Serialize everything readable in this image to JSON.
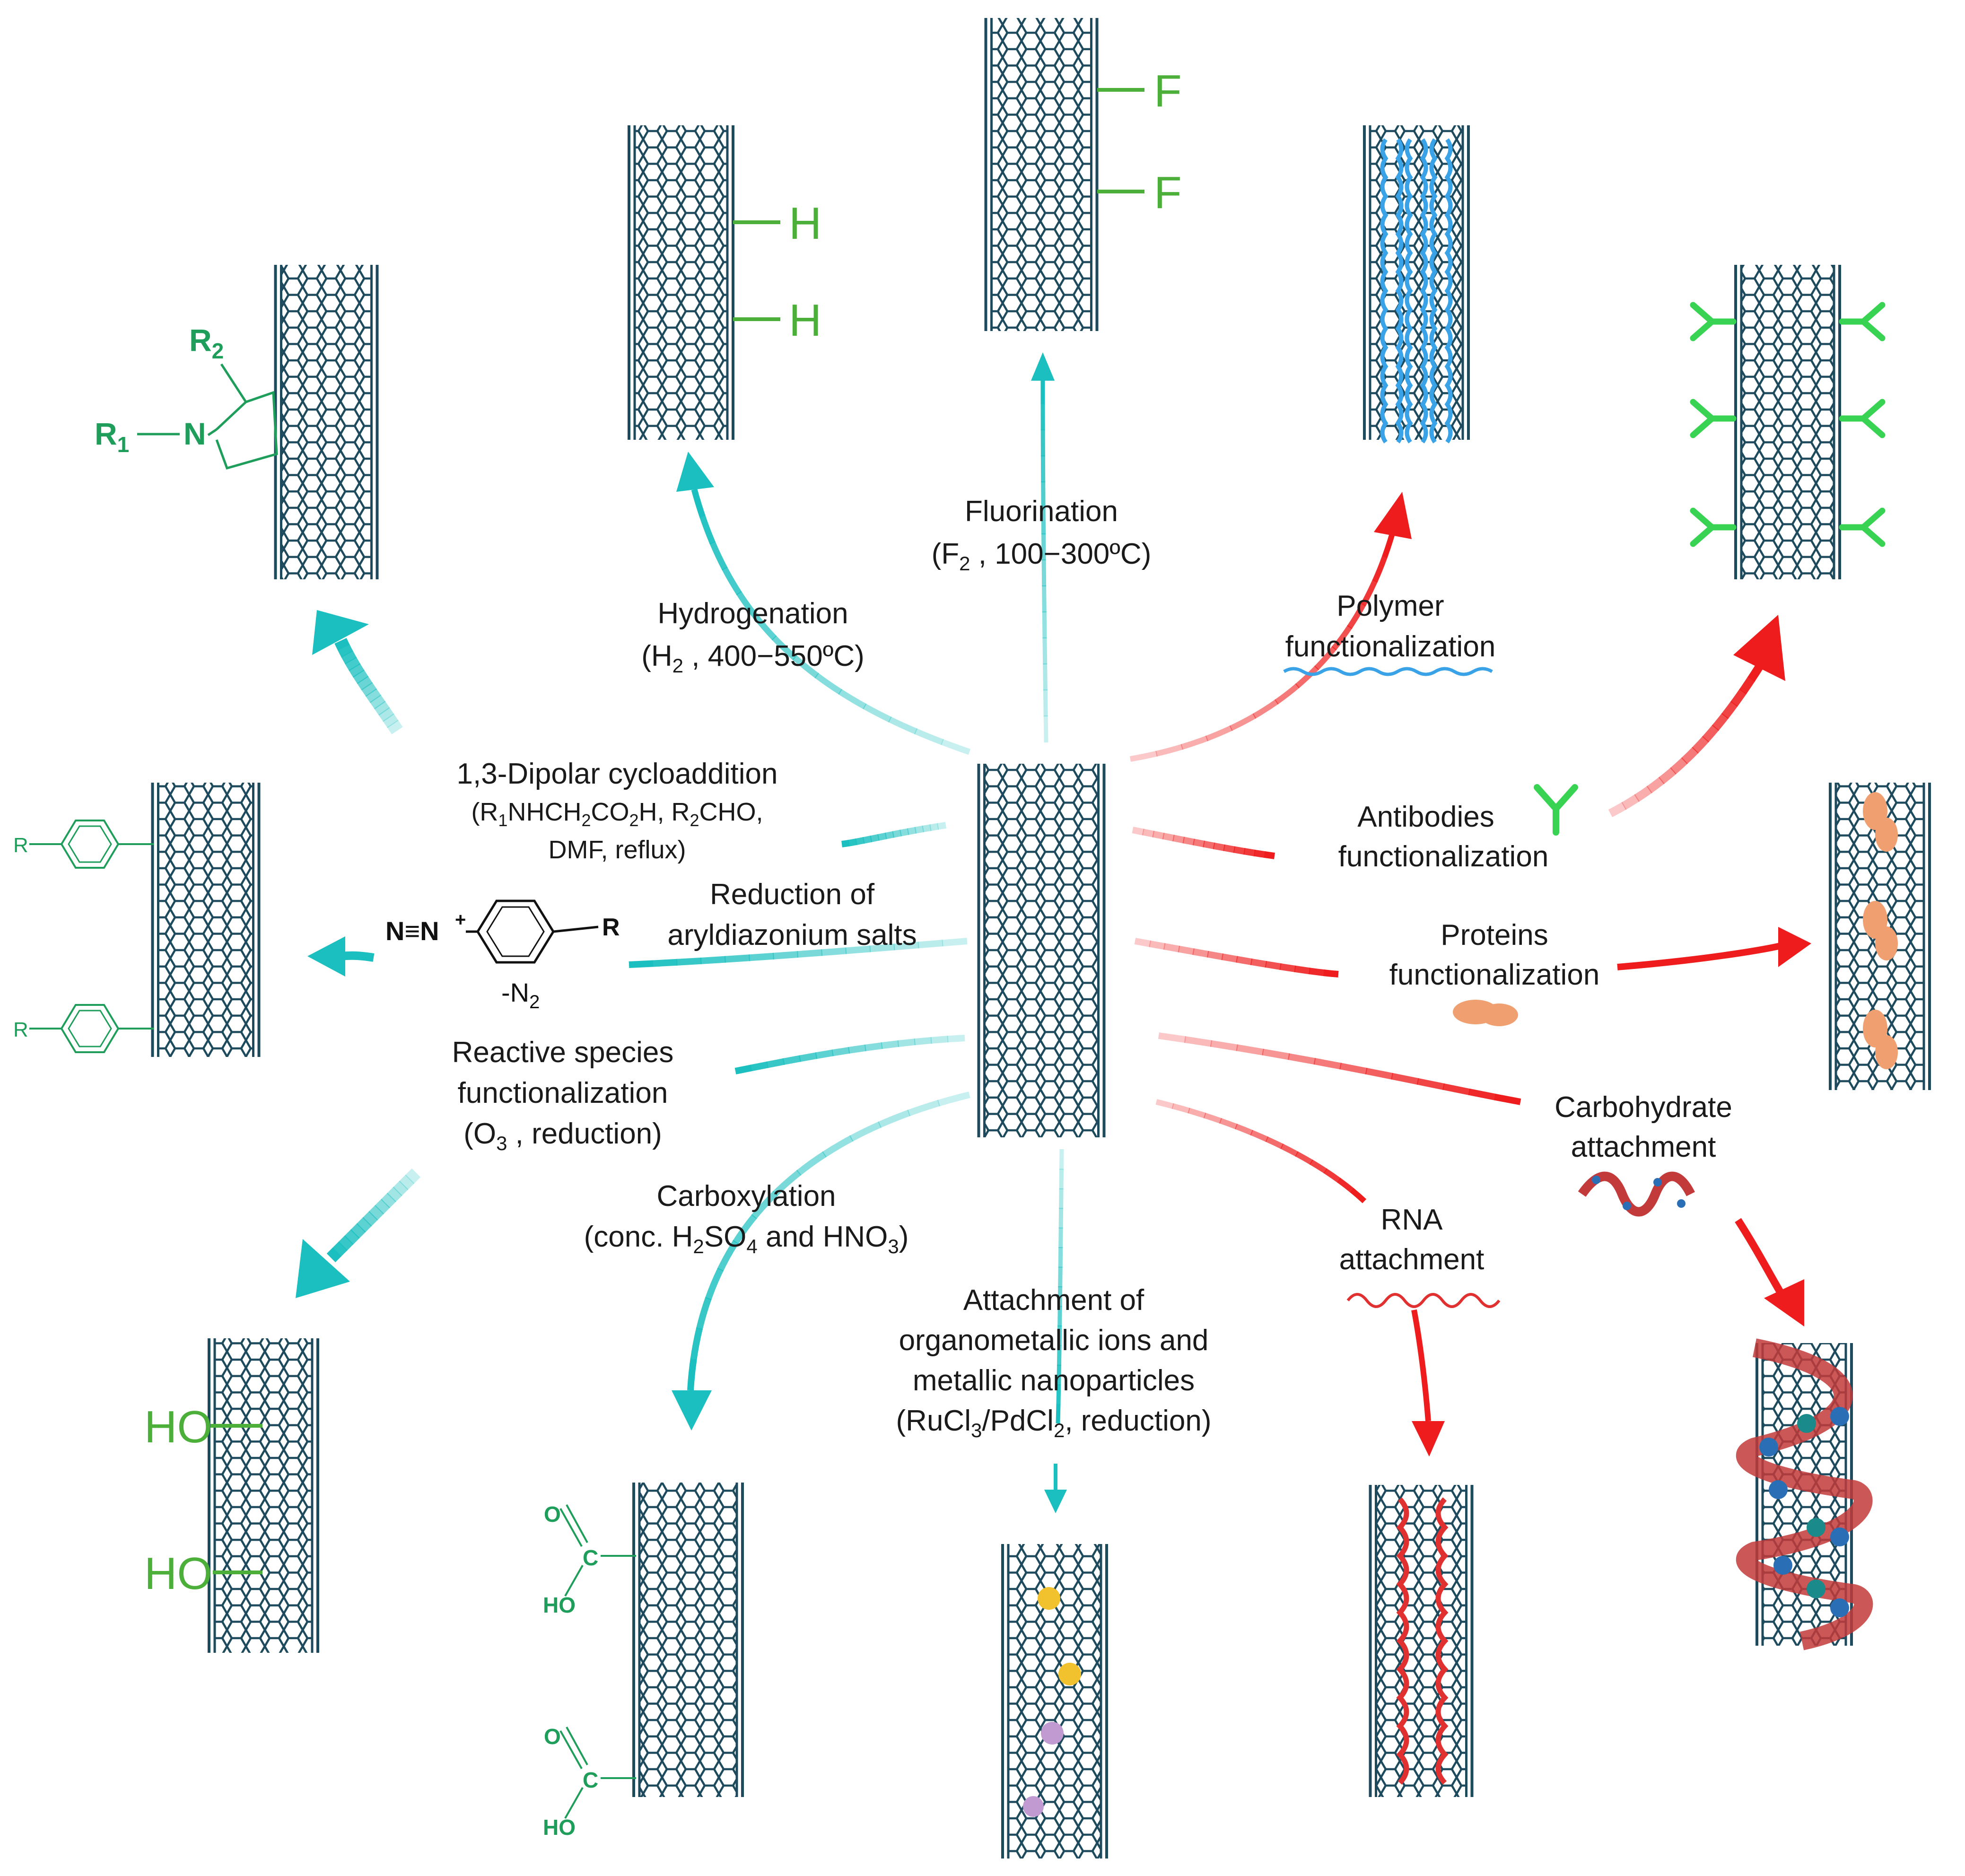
{
  "colors": {
    "tube": "#1d4a5c",
    "covalent_arrow": "#1bbfbf",
    "noncovalent_arrow": "#ee1c1c",
    "group_green": "#4caf3a",
    "chem_green": "#1e9e5a",
    "polymer_blue": "#3aa3e8",
    "antibody_green": "#39d353",
    "protein_orange": "#f0a070",
    "rna_red": "#e03030",
    "helix_red": "#c23a3a",
    "helix_blue": "#2a6fb5",
    "gold": "#f2c12e",
    "violet": "#c09ad0"
  },
  "labels": {
    "fluorination": {
      "line1": "Fluorination",
      "line2": "(F",
      "sub": "2",
      "line2b": " , 100−300ºC)"
    },
    "hydrogenation": {
      "line1": "Hydrogenation",
      "line2": "(H",
      "sub": "2",
      "line2b": " , 400−550ºC)"
    },
    "polymer": {
      "line1": "Polymer",
      "line2": "functionalization"
    },
    "dipolar": {
      "line1": "1,3-Dipolar cycloaddition",
      "line2a": "(R",
      "s1": "1",
      "line2b": "NHCH",
      "s2": "2",
      "line2c": "CO",
      "s3": "2",
      "line2d": "H, R",
      "s4": "2",
      "line2e": "CHO,",
      "line3": "DMF, reflux)"
    },
    "antibodies": {
      "line1": "Antibodies",
      "line2": "functionalization"
    },
    "aryldiazonium": {
      "line1": "Reduction of",
      "line2": "aryldiazonium  salts"
    },
    "proteins": {
      "line1": "Proteins",
      "line2": "functionalization"
    },
    "reactive": {
      "line1": "Reactive species",
      "line2": "functionalization",
      "line3a": "(O",
      "s1": "3",
      "line3b": " , reduction)"
    },
    "carbohydrate": {
      "line1": "Carbohydrate",
      "line2": "attachment"
    },
    "carboxylation": {
      "line1": "Carboxylation",
      "line2a": "(conc. H",
      "s1": "2",
      "line2b": "SO",
      "s2": "4",
      "line2c": " and HNO",
      "s3": "3",
      "line2d": ")"
    },
    "rna": {
      "line1": "RNA",
      "line2": "attachment"
    },
    "organometallic": {
      "line1": "Attachment of",
      "line2": "organometallic ions and",
      "line3": "metallic nanoparticles",
      "line4a": "(RuCl",
      "s1": "3",
      "line4b": "/PdCl",
      "s2": "2",
      "line4c": ", reduction)"
    }
  },
  "chem": {
    "F": "F",
    "H": "H",
    "HO": "HO",
    "R": "R",
    "N": "N",
    "R1": "R",
    "R1_sub": "1",
    "R2": "R",
    "R2_sub": "2",
    "diazonium": "N≡N",
    "plus": "+",
    "minusN2": "-N",
    "minusN2_sub": "2",
    "O": "O",
    "C": "C",
    "OH": "HO"
  }
}
